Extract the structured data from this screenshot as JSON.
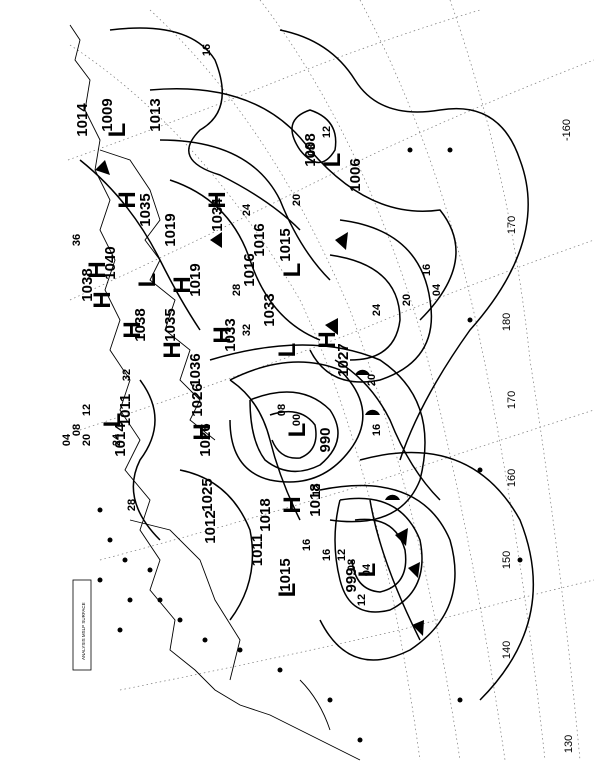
{
  "map": {
    "pressure_values": [
      {
        "text": "1009"
      },
      {
        "text": "1014"
      },
      {
        "text": "1013"
      },
      {
        "text": "1035"
      },
      {
        "text": "1019"
      },
      {
        "text": "1034"
      },
      {
        "text": "1040"
      },
      {
        "text": "1038"
      },
      {
        "text": "1038"
      },
      {
        "text": "1016"
      },
      {
        "text": "1015"
      },
      {
        "text": "1019"
      },
      {
        "text": "1036"
      },
      {
        "text": "1016"
      },
      {
        "text": "1033"
      },
      {
        "text": "1027"
      },
      {
        "text": "1035"
      },
      {
        "text": "1026"
      },
      {
        "text": "1033"
      },
      {
        "text": "1011"
      },
      {
        "text": "1014"
      },
      {
        "text": "1026"
      },
      {
        "text": "990"
      },
      {
        "text": "1025"
      },
      {
        "text": "1012"
      },
      {
        "text": "1018"
      },
      {
        "text": "1018"
      },
      {
        "text": "1011"
      },
      {
        "text": "1015"
      },
      {
        "text": "999"
      },
      {
        "text": "1006"
      },
      {
        "text": "1008"
      }
    ],
    "high_low": [
      {
        "text": "L"
      },
      {
        "text": "L"
      },
      {
        "text": "H"
      },
      {
        "text": "H"
      },
      {
        "text": "H"
      },
      {
        "text": "H"
      },
      {
        "text": "L"
      },
      {
        "text": "H"
      },
      {
        "text": "H"
      },
      {
        "text": "H"
      },
      {
        "text": "L"
      },
      {
        "text": "H"
      },
      {
        "text": "L"
      },
      {
        "text": "L"
      },
      {
        "text": "H"
      },
      {
        "text": "H"
      },
      {
        "text": "L"
      },
      {
        "text": "H"
      },
      {
        "text": "L"
      },
      {
        "text": "L"
      }
    ],
    "isobar_labels": [
      "16",
      "12",
      "08",
      "04",
      "20",
      "24",
      "28",
      "32",
      "36",
      "16",
      "20",
      "24",
      "20",
      "16",
      "12",
      "08",
      "04",
      "00",
      "08",
      "12",
      "16",
      "20",
      "24",
      "28",
      "32",
      "16",
      "12",
      "08",
      "04",
      "12"
    ],
    "longitude_labels": [
      "-160",
      "170",
      "180",
      "170",
      "160",
      "150",
      "130",
      "140"
    ],
    "legend_text": "ANALYSIS  MSLP  SURFACE",
    "colors": {
      "ink": "#000000",
      "paper": "#ffffff",
      "grid": "#777777"
    }
  }
}
